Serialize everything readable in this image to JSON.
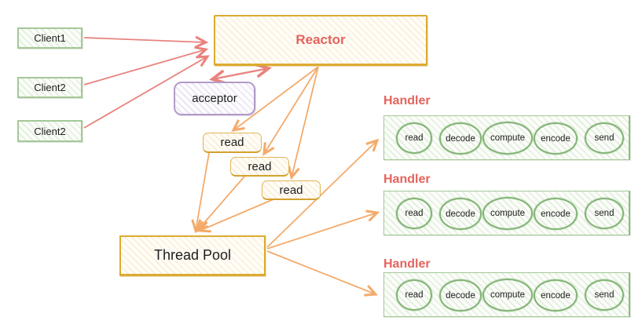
{
  "diagram": {
    "clients": [
      {
        "label": "Client1"
      },
      {
        "label": "Client2"
      },
      {
        "label": "Client2"
      }
    ],
    "reactor": {
      "label": "Reactor"
    },
    "acceptor": {
      "label": "acceptor"
    },
    "reads": [
      {
        "label": "read"
      },
      {
        "label": "read"
      },
      {
        "label": "read"
      }
    ],
    "thread_pool": {
      "label": "Thread Pool"
    },
    "handlers": [
      {
        "title": "Handler",
        "steps": [
          "read",
          "decode",
          "compute",
          "encode",
          "send"
        ]
      },
      {
        "title": "Handler",
        "steps": [
          "read",
          "decode",
          "compute",
          "encode",
          "send"
        ]
      },
      {
        "title": "Handler",
        "steps": [
          "read",
          "decode",
          "compute",
          "encode",
          "send"
        ]
      }
    ],
    "colors": {
      "title_red": "#e4635c",
      "arrow_red": "#e8837d",
      "arrow_orange": "#f4aa6a",
      "green_border": "#a3c897",
      "orange_border": "#dcab30",
      "purple_border": "#b19cc9"
    }
  }
}
